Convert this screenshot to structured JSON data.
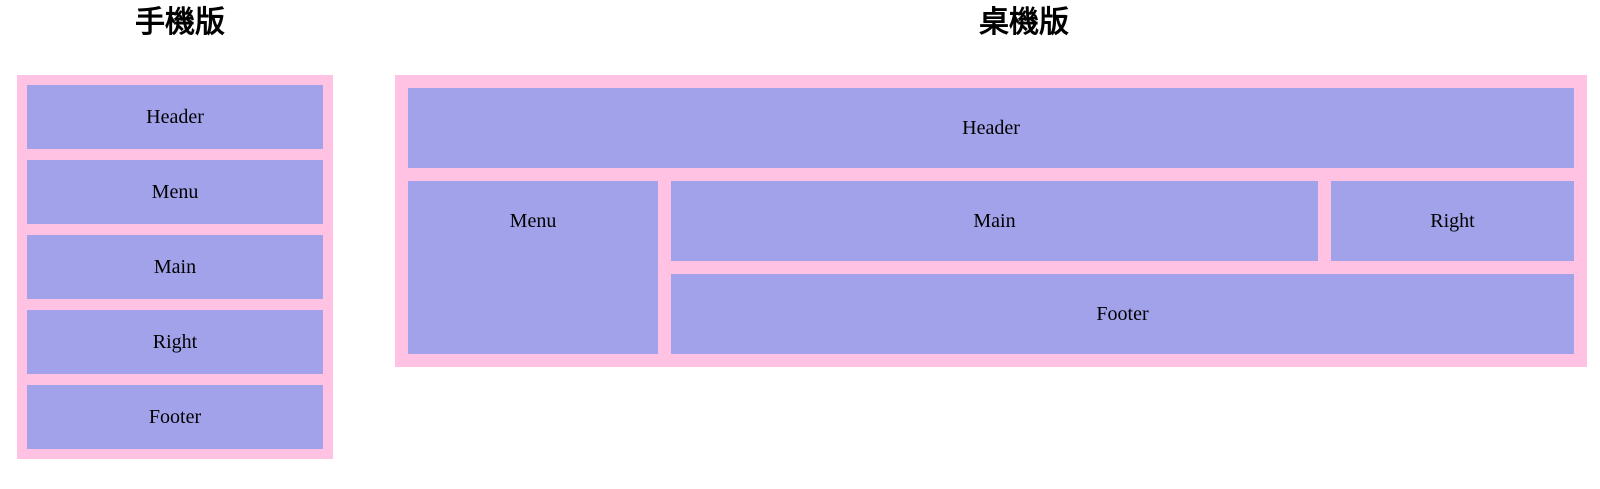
{
  "colors": {
    "container_pink": "#ffc2e3",
    "box_purple": "#a2a2ea",
    "text": "#000000",
    "page_background": "#ffffff"
  },
  "mobile": {
    "title": "手機版",
    "boxes": [
      "Header",
      "Menu",
      "Main",
      "Right",
      "Footer"
    ]
  },
  "desktop": {
    "title": "桌機版",
    "header": "Header",
    "menu": "Menu",
    "main": "Main",
    "right": "Right",
    "footer": "Footer"
  }
}
